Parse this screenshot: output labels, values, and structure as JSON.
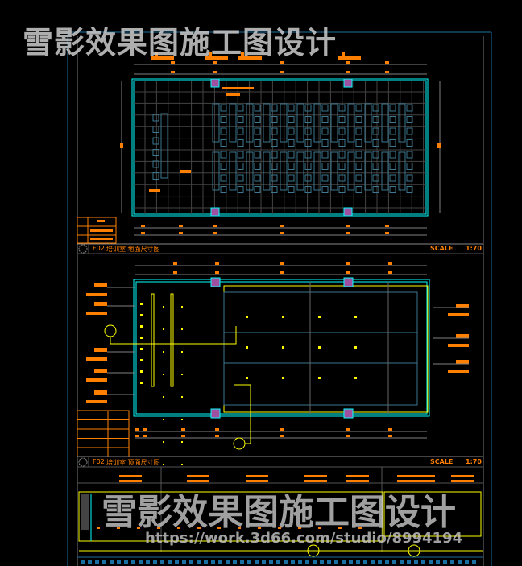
{
  "watermark": {
    "title": "雪影效果图施工图设计",
    "url": "https://work.3d66.com/studio/8994194"
  },
  "floor_plan": {
    "code": "F02",
    "title": "培训室 地面尺寸图",
    "scale_label": "SCALE",
    "scale_value": "1:70"
  },
  "ceiling_plan": {
    "code": "F02",
    "title": "培训室 顶面尺寸图",
    "scale_label": "SCALE",
    "scale_value": "1:70"
  },
  "colors": {
    "background": "#000000",
    "wall": "#00ffff",
    "dimension": "#808080",
    "annotation": "#ff8000",
    "column": "#a050a0",
    "furniture": "#3c7890",
    "lighting": "#ffff00",
    "frame": "#1a6fa0"
  }
}
